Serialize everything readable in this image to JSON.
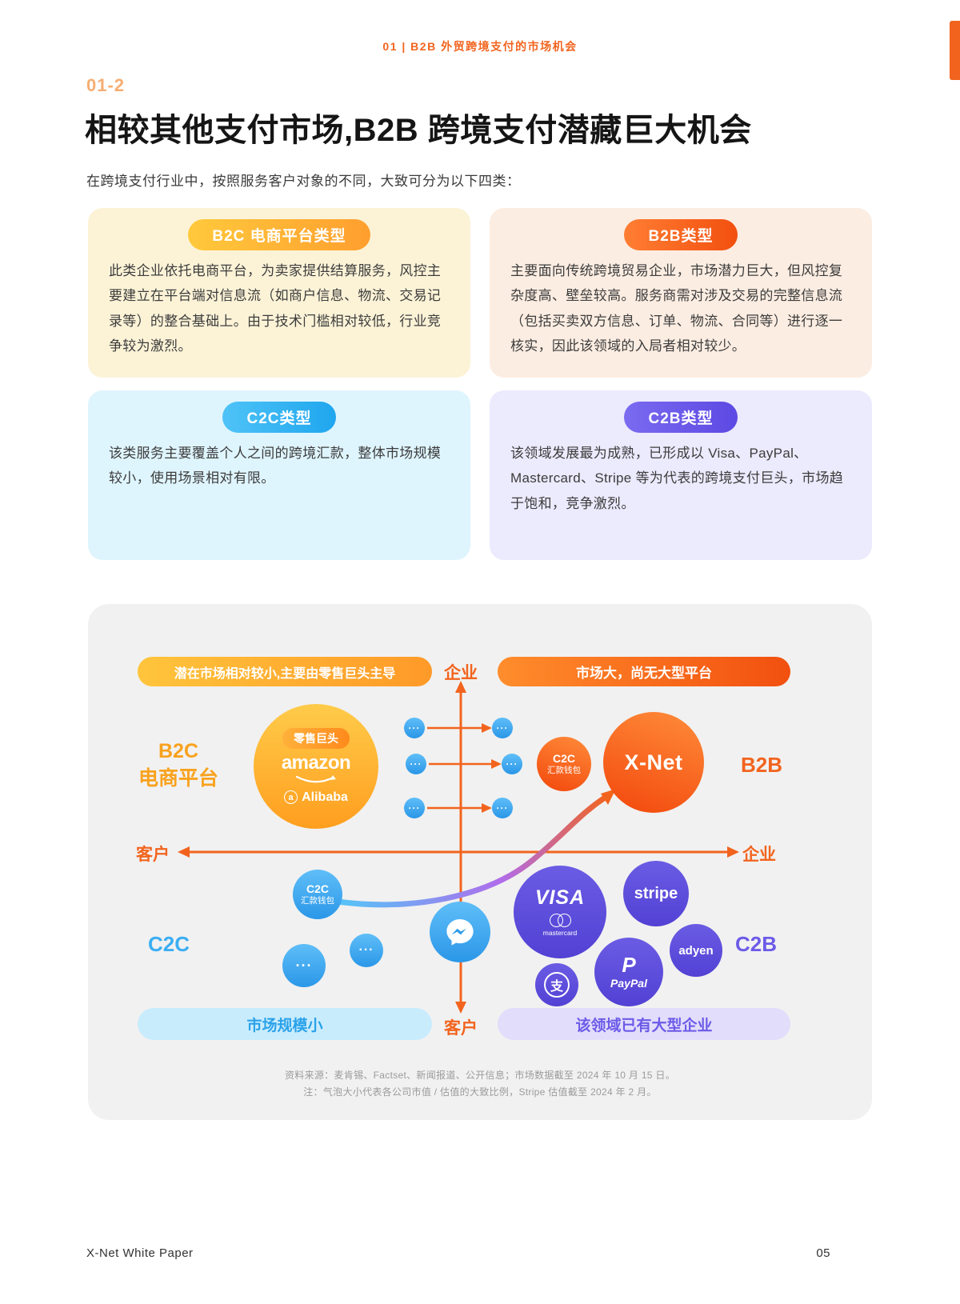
{
  "page": {
    "header": "01 | B2B 外贸跨境支付的市场机会",
    "section_no": "01-2",
    "title": "相较其他支付市场,B2B 跨境支付潜藏巨大机会",
    "intro": "在跨境支付行业中，按照服务客户对象的不同，大致可分为以下四类：",
    "footer_left": "X-Net White Paper",
    "page_no": "05"
  },
  "colors": {
    "accent_orange": "#F2641E",
    "yellow": "#FFB32C",
    "blue": "#35B0F2",
    "purple": "#6C5BE8"
  },
  "cards": [
    {
      "label": "B2C 电商平台类型",
      "body": "此类企业依托电商平台，为卖家提供结算服务，风控主要建立在平台端对信息流（如商户信息、物流、交易记录等）的整合基础上。由于技术门槛相对较低，行业竞争较为激烈。"
    },
    {
      "label": "B2B类型",
      "body": "主要面向传统跨境贸易企业，市场潜力巨大，但风控复杂度高、壁垒较高。服务商需对涉及交易的完整信息流（包括买卖双方信息、订单、物流、合同等）进行逐一核实，因此该领域的入局者相对较少。"
    },
    {
      "label": "C2C类型",
      "body": "该类服务主要覆盖个人之间的跨境汇款，整体市场规模较小，使用场景相对有限。"
    },
    {
      "label": "C2B类型",
      "body": "该领域发展最为成熟，已形成以 Visa、PayPal、Mastercard、Stripe 等为代表的跨境支付巨头，市场趋于饱和，竞争激烈。"
    }
  ],
  "chart": {
    "banner_left": "潜在市场相对较小,主要由零售巨头主导",
    "banner_right": "市场大，尚无大型平台",
    "axis": {
      "top": "企业",
      "bottom": "客户",
      "left": "客户",
      "right": "企业"
    },
    "quadrants": {
      "b2c_line1": "B2C",
      "b2c_line2": "电商平台",
      "b2b": "B2B",
      "c2c": "C2C",
      "c2b": "C2B"
    },
    "bubbles": {
      "retail_tag": "零售巨头",
      "amazon": "amazon",
      "alibaba_mark": "a",
      "alibaba": "Alibaba",
      "dots": "···",
      "c2c_wallet_line1": "C2C",
      "c2c_wallet_line2": "汇款钱包",
      "xnet": "X-Net",
      "visa": "VISA",
      "mastercard": "mastercard",
      "stripe": "stripe",
      "adyen": "adyen",
      "paypal_mark": "P",
      "paypal": "PayPal",
      "alipay": "支"
    },
    "bottom_left_pill": "市场规模小",
    "bottom_right_pill": "该领域已有大型企业",
    "footnote_line1": "资料来源：麦肯锡、Factset、新闻报道、公开信息；市场数据截至 2024 年 10 月 15 日。",
    "footnote_line2": "注：气泡大小代表各公司市值 / 估值的大致比例，Stripe 估值截至 2024 年 2 月。"
  }
}
